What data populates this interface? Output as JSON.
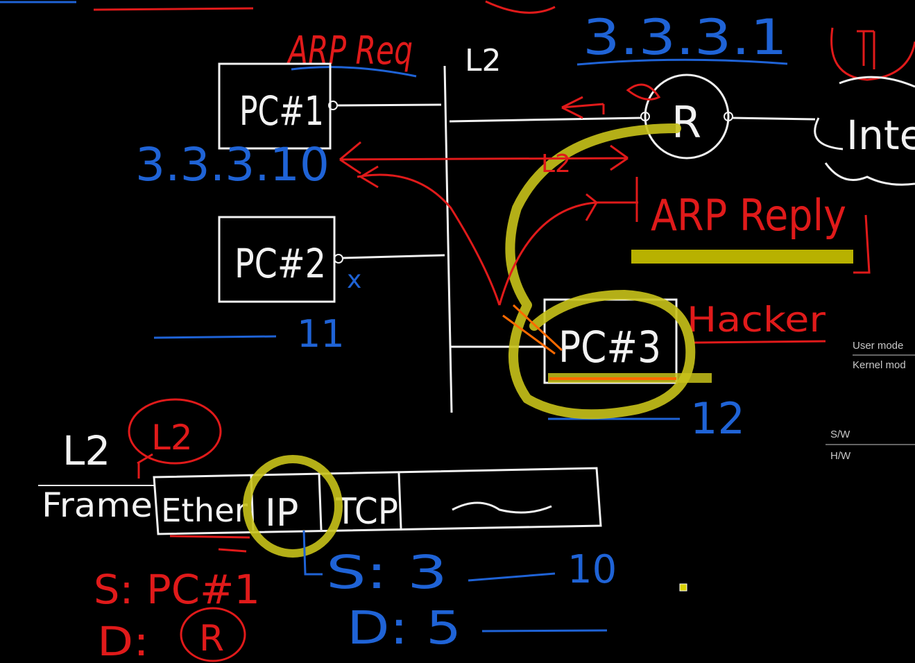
{
  "colors": {
    "background": "#000000",
    "chalk_white": "#f2f2f2",
    "pen_red": "#e01a1a",
    "pen_blue": "#1f63d6",
    "highlighter_yellow": "#c8c21a",
    "highlighter_orange": "#ff6a00",
    "side_text": "#c8c8c8"
  },
  "labels": {
    "arp_req": "ARP Req",
    "l2_top": "L2",
    "router_ip": "3.3.3.1",
    "router": "R",
    "internet": "Inte",
    "pc1": "PC#1",
    "pc1_ip": "3.3.3.10",
    "pc2": "PC#2",
    "pc2_ip": "11",
    "pc3": "PC#3",
    "pc3_ip": "12",
    "hacker": "Hacker",
    "arp_reply": "ARP Reply",
    "l2_arrow": "L2",
    "l2_bottom": "L2",
    "l2_circled": "L2",
    "frame": "Frame",
    "ether": "Ether",
    "ip": "IP",
    "tcp": "TCP",
    "src_mac": "S: PC#1",
    "dst_mac": "D:",
    "dst_mac_circled": "R",
    "src_ip_prefix": "S: 3",
    "src_ip_suffix": "10",
    "dst_ip": "D: 5",
    "cut_mark": "x"
  },
  "side_panel": {
    "user_mode": "User mode",
    "kernel_mode": "Kernel mod",
    "sw": "S/W",
    "hw": "H/W"
  }
}
